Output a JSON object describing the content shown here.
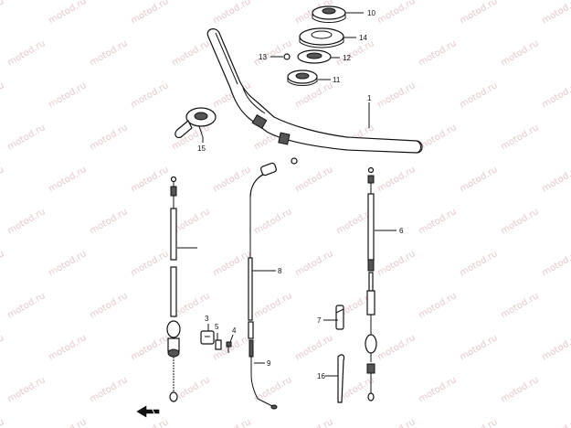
{
  "watermark": "motod.ru",
  "callouts": {
    "c1": "1",
    "c3": "3",
    "c4": "4",
    "c5": "5",
    "c6": "6",
    "c7": "7",
    "c8": "8",
    "c9": "9",
    "c10": "10",
    "c11": "11",
    "c12": "12",
    "c13": "13",
    "c14": "14",
    "c15": "15",
    "c16": "16"
  },
  "icons": {
    "front_arrow": "front-direction-arrow-icon"
  },
  "colors": {
    "line": "#111111",
    "watermark": "#e6c9c9",
    "background": "#ffffff"
  }
}
